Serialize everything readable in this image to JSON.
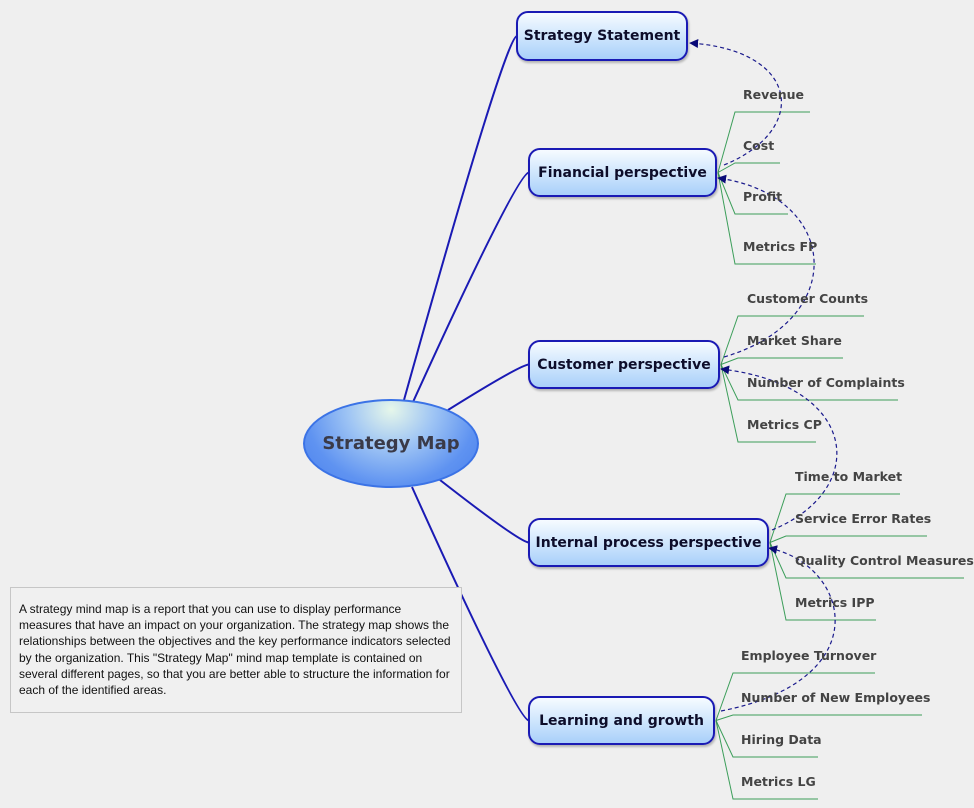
{
  "root": {
    "label": "Strategy Map"
  },
  "branches": [
    {
      "id": "strategy",
      "label": "Strategy Statement",
      "leaves": []
    },
    {
      "id": "financial",
      "label": "Financial perspective",
      "leaves": [
        "Revenue",
        "Cost",
        "Profit",
        "Metrics FP"
      ]
    },
    {
      "id": "customer",
      "label": "Customer perspective",
      "leaves": [
        "Customer Counts",
        "Market Share",
        "Number of Complaints",
        "Metrics CP"
      ]
    },
    {
      "id": "internal",
      "label": "Internal process perspective",
      "leaves": [
        "Time to Market",
        "Service Error Rates",
        "Quality Control Measures",
        "Metrics IPP"
      ]
    },
    {
      "id": "learning",
      "label": "Learning and growth",
      "leaves": [
        "Employee Turnover",
        "Number of New Employees",
        "Hiring Data",
        "Metrics LG"
      ]
    }
  ],
  "note": {
    "text": "A strategy mind map is a report that you can use to display performance measures that have an impact on your organization. The strategy map shows the relationships between the objectives and the key performance indicators selected by the organization. This \"Strategy Map\" mind map template is contained on several different pages, so that you are better able to structure the information for each of the identified areas."
  },
  "colors": {
    "main_line": "#1a1ab4",
    "leaf_line": "#3c9e5a",
    "relation_line": "#1a1a8c",
    "node_border": "#1a1ab4",
    "background": "#efefef"
  }
}
